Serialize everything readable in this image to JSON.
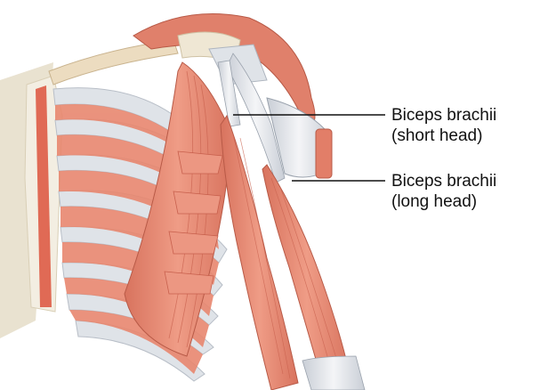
{
  "labels": {
    "short_head": {
      "line1": "Biceps brachii",
      "line2": "(short head)"
    },
    "long_head": {
      "line1": "Biceps brachii",
      "line2": "(long head)"
    }
  },
  "colors": {
    "muscle": "#e8917c",
    "muscle_dark": "#c8604d",
    "muscle_light": "#f2b4a2",
    "tendon": "#d9dde3",
    "tendon_light": "#eef0f3",
    "bone": "#ebe5d4",
    "sternum": "#f2efe6",
    "leader_line": "#111111"
  }
}
